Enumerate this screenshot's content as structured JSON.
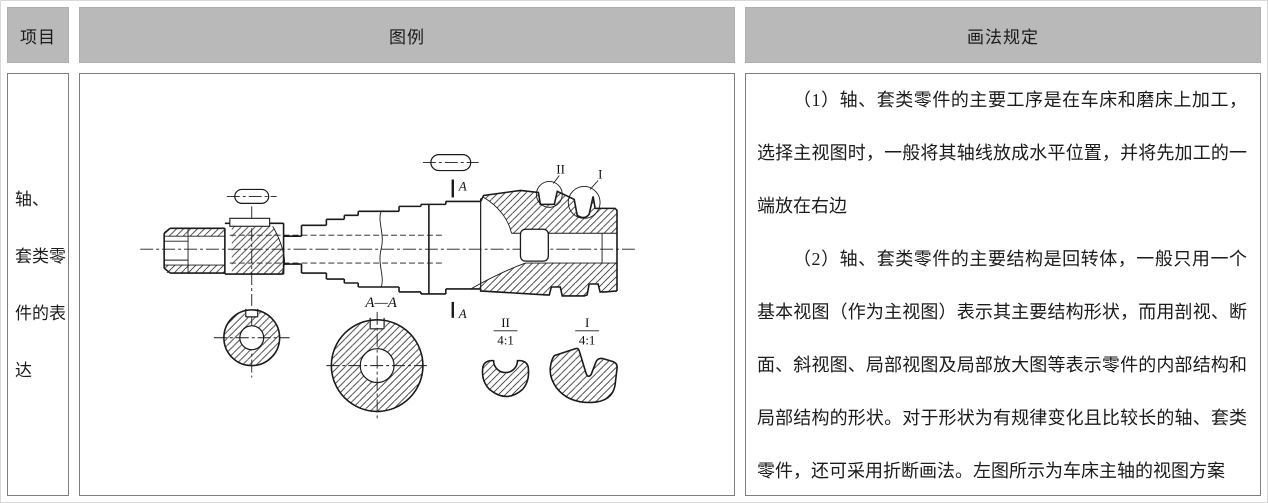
{
  "header": {
    "col1": "项目",
    "col2": "图例",
    "col3": "画法规定"
  },
  "row": {
    "item_lines": [
      "轴、",
      "套类零",
      "件的表",
      "达"
    ],
    "rules": [
      "（1）轴、套类零件的主要工序是在车床和磨床上加工，选择主视图时，一般将其轴线放成水平位置，并将先加工的一端放在右边",
      "（2）轴、套类零件的主要结构是回转体，一般只用一个基本视图（作为主视图）表示其主要结构形状，而用剖视、断面、斜视图、局部视图及局部放大图等表示零件的内部结构和局部结构的形状。对于形状为有规律变化且比较长的轴、套类零件，还可采用折断画法。左图所示为车床主轴的视图方案"
    ]
  },
  "drawing": {
    "labels": {
      "section_cut_top": "A",
      "section_cut_bottom": "A",
      "section_view": "A—A",
      "callout_ii": "II",
      "callout_i": "I",
      "detail_ii": "II",
      "detail_ii_scale": "4:1",
      "detail_i": "I",
      "detail_i_scale": "4:1"
    }
  },
  "colors": {
    "header_bg": "#b9b9b9",
    "cell_border": "#7f7f7f",
    "outer_border": "#d9d9d9",
    "text": "#1b1b1b",
    "line": "#1a1a1a"
  }
}
